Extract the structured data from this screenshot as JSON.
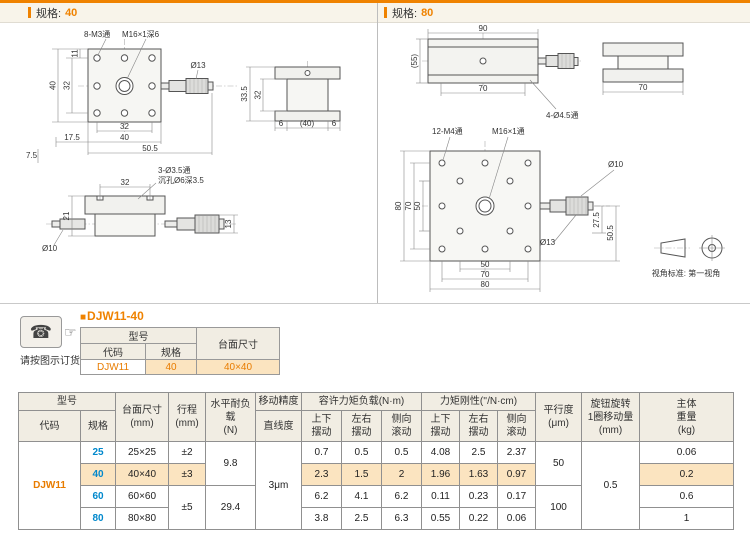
{
  "page": {
    "accent_color": "#ef8200",
    "spec_label": "规格:",
    "left_spec": "40",
    "right_spec": "80"
  },
  "drawings": {
    "left": {
      "labels": [
        "8-M3通",
        "M16×1深6",
        "11",
        "32",
        "40",
        "32",
        "17.5",
        "40",
        "50.5",
        "Ø13",
        "33.5",
        "32",
        "6",
        "(40)",
        "6",
        "32",
        "3-Ø3.5通",
        "沉孔Ø6深3.5",
        "21",
        "Ø10",
        "13",
        "7.5"
      ]
    },
    "right": {
      "labels": [
        "90",
        "(55)",
        "70",
        "4-Ø4.5通",
        "70",
        "12-M4通",
        "M16×1通",
        "80",
        "70",
        "50",
        "50",
        "70",
        "80",
        "Ø10",
        "50.5",
        "27.5",
        "Ø13"
      ],
      "view_note": "视角标准: 第一视角"
    }
  },
  "order": {
    "phone_icon": "☎",
    "hand_icon": "☞",
    "caption": "请按图示订货",
    "bullet": "■",
    "title": "DJW11-40",
    "table": {
      "model": "型号",
      "code": "代码",
      "spec": "规格",
      "size": "台面尺寸",
      "code_value": "DJW11",
      "spec_value": "40",
      "size_value": "40×40"
    }
  },
  "spec_table": {
    "headers": {
      "model": "型号",
      "code": "代码",
      "spec": "规格",
      "size": "台面尺寸\n(mm)",
      "travel": "行程\n(mm)",
      "load": "水平耐负载\n(N)",
      "accuracy": "移动精度",
      "straightness": "直线度",
      "torque": "容许力矩负载(N·m)",
      "rigidity": "力矩刚性(''/N·cm)",
      "pitch": "上下\n摆动",
      "yaw": "左右\n摆动",
      "roll": "侧向\n滚动",
      "parallelism": "平行度\n(μm)",
      "knob": "旋钮旋转\n1圈移动量\n(mm)",
      "weight": "主体\n重量\n(kg)"
    },
    "code_value": "DJW11",
    "rows": [
      {
        "spec": "25",
        "size": "25×25",
        "travel": "±2",
        "load": "9.8",
        "accuracy": "3μm",
        "pitch": "0.7",
        "yaw": "0.5",
        "roll": "0.5",
        "r_pitch": "4.08",
        "r_yaw": "2.5",
        "r_roll": "2.37",
        "parallelism": "50",
        "knob": "0.5",
        "weight": "0.06"
      },
      {
        "spec": "40",
        "size": "40×40",
        "travel": "±3",
        "pitch": "2.3",
        "yaw": "1.5",
        "roll": "2",
        "r_pitch": "1.96",
        "r_yaw": "1.63",
        "r_roll": "0.97",
        "weight": "0.2"
      },
      {
        "spec": "60",
        "size": "60×60",
        "travel": "±5",
        "load": "29.4",
        "pitch": "6.2",
        "yaw": "4.1",
        "roll": "6.2",
        "r_pitch": "0.11",
        "r_yaw": "0.23",
        "r_roll": "0.17",
        "parallelism": "100",
        "weight": "0.6"
      },
      {
        "spec": "80",
        "size": "80×80",
        "pitch": "3.8",
        "yaw": "2.5",
        "roll": "6.3",
        "r_pitch": "0.55",
        "r_yaw": "0.22",
        "r_roll": "0.06",
        "weight": "1"
      }
    ]
  }
}
